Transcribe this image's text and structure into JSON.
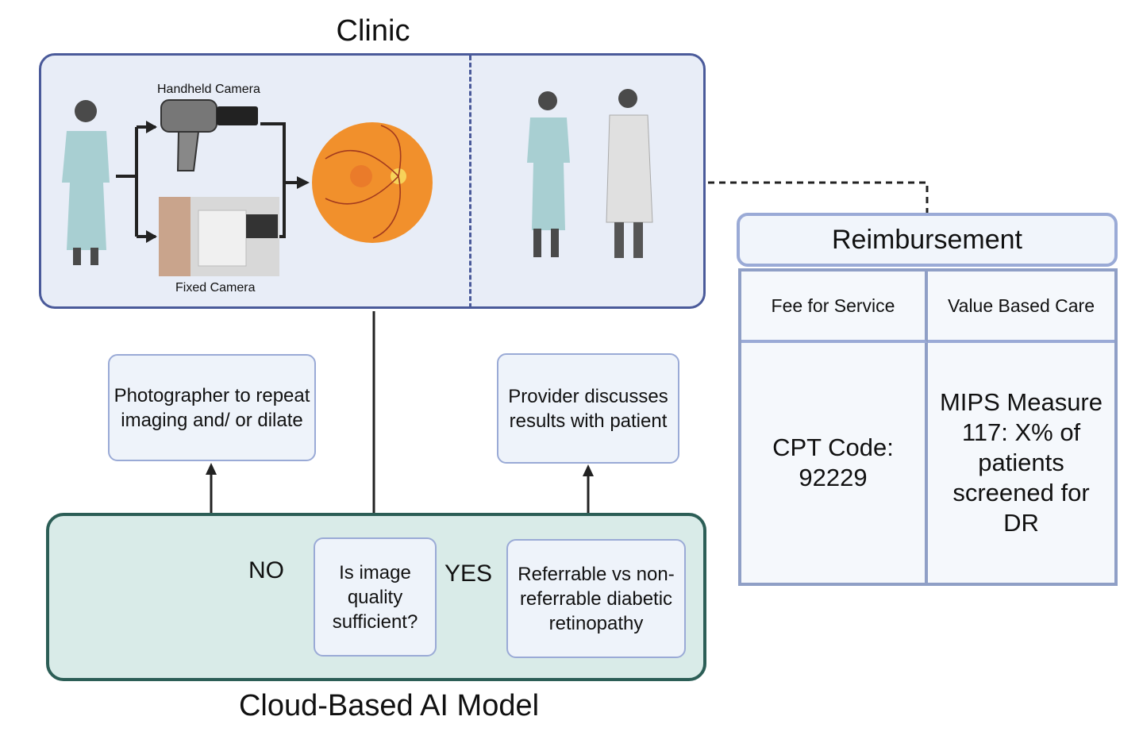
{
  "clinic": {
    "title": "Clinic",
    "handheld_label": "Handheld Camera",
    "fixed_label": "Fixed Camera"
  },
  "cloud": {
    "title": "Cloud-Based AI Model",
    "decision": "Is image quality sufficient?",
    "result": "Referrable vs non-referrable diabetic retinopathy",
    "no_label": "NO",
    "yes_label": "YES"
  },
  "outcomes": {
    "repeat": "Photographer to repeat imaging and/ or dilate",
    "provider": "Provider discusses results with patient"
  },
  "reimbursement": {
    "title": "Reimbursement",
    "columns": [
      "Fee for Service",
      "Value Based Care"
    ],
    "values": [
      "CPT Code: 92229",
      "MIPS Measure 117: X% of patients screened for DR"
    ]
  },
  "colors": {
    "clinic_border": "#4a5a9a",
    "clinic_fill": "#e8edf7",
    "cloud_border": "#2c5e56",
    "cloud_fill": "#d9ebe8",
    "node_border": "#9aaad6"
  }
}
